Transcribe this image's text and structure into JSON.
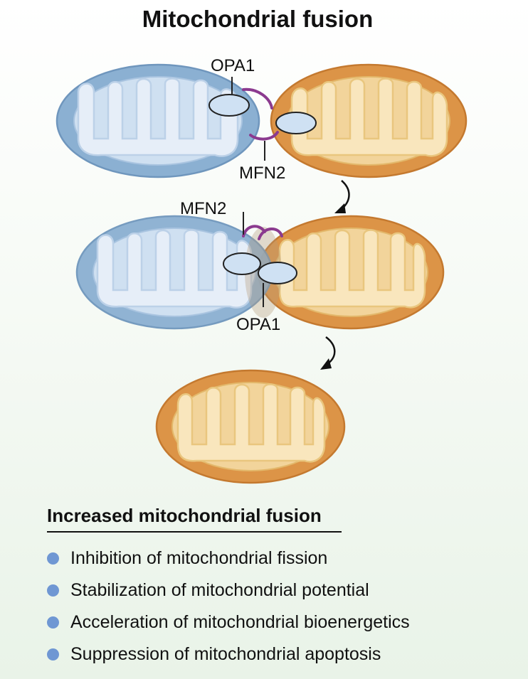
{
  "title": "Mitochondrial fusion",
  "labels": {
    "opa1_top": "OPA1",
    "mfn2_top": "MFN2",
    "mfn2_middle": "MFN2",
    "opa1_middle": "OPA1"
  },
  "colors": {
    "membrane_blue": "#8bb0d2",
    "matrix_blue": "#e2ecf7",
    "membrane_orange": "#dc9447",
    "matrix_orange": "#f8e3b8",
    "mfn2_purple": "#8b3a8f",
    "bullet_blue": "#6f97d3"
  },
  "summary": {
    "heading": "Increased mitochondrial fusion",
    "items": [
      "Inhibition of mitochondrial fission",
      "Stabilization of mitochondrial potential",
      "Acceleration of mitochondrial bioenergetics",
      "Suppression of mitochondrial apoptosis"
    ]
  }
}
